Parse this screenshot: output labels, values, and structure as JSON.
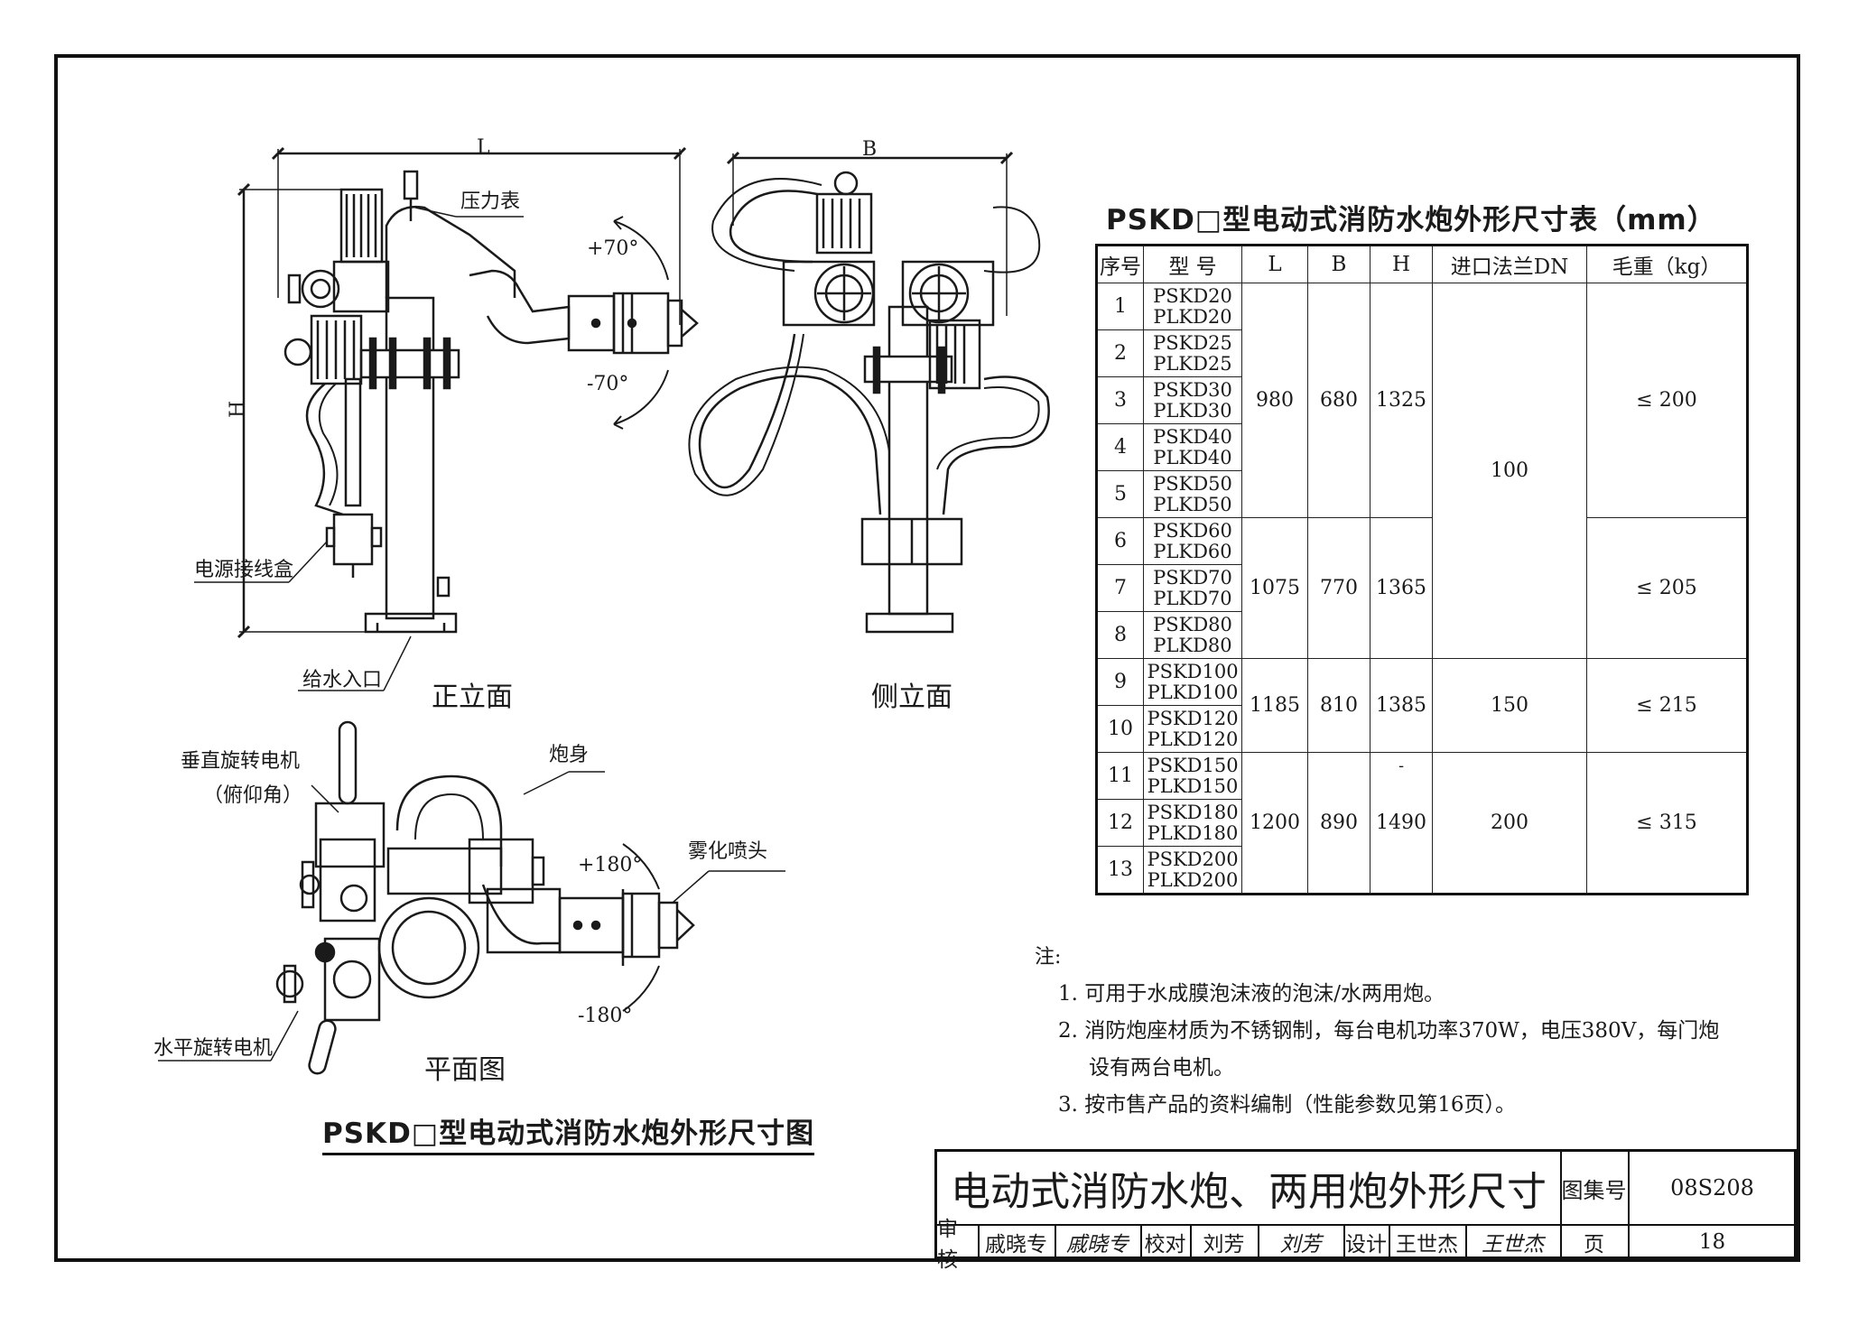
{
  "front_view": {
    "dim_L": "L",
    "dim_H": "H",
    "pressure_gauge_label": "压力表",
    "up_angle": "+70°",
    "down_angle": "-70°",
    "junction_box_label": "电源接线盒",
    "inlet_label": "给水入口",
    "view_caption": "正立面"
  },
  "side_view": {
    "dim_B": "B",
    "view_caption": "侧立面"
  },
  "plan_view": {
    "vertical_motor_label": "垂直旋转电机",
    "vertical_motor_sub": "（俯仰角）",
    "barrel_label": "炮身",
    "nozzle_label": "雾化喷头",
    "rot_pos": "+180°",
    "rot_neg": "-180°",
    "horizontal_motor_label": "水平旋转电机",
    "view_caption": "平面图"
  },
  "figure_caption": "PSKD□型电动式消防水炮外形尺寸图",
  "dim_table": {
    "title": "PSKD□型电动式消防水炮外形尺寸表（mm）",
    "headers": [
      "序号",
      "型  号",
      "L",
      "B",
      "H",
      "进口法兰DN",
      "毛重（kg）"
    ],
    "rows": [
      {
        "seq": "1",
        "m1": "PSKD20",
        "m2": "PLKD20"
      },
      {
        "seq": "2",
        "m1": "PSKD25",
        "m2": "PLKD25"
      },
      {
        "seq": "3",
        "m1": "PSKD30",
        "m2": "PLKD30"
      },
      {
        "seq": "4",
        "m1": "PSKD40",
        "m2": "PLKD40"
      },
      {
        "seq": "5",
        "m1": "PSKD50",
        "m2": "PLKD50"
      },
      {
        "seq": "6",
        "m1": "PSKD60",
        "m2": "PLKD60"
      },
      {
        "seq": "7",
        "m1": "PSKD70",
        "m2": "PLKD70"
      },
      {
        "seq": "8",
        "m1": "PSKD80",
        "m2": "PLKD80"
      },
      {
        "seq": "9",
        "m1": "PSKD100",
        "m2": "PLKD100"
      },
      {
        "seq": "10",
        "m1": "PSKD120",
        "m2": "PLKD120"
      },
      {
        "seq": "11",
        "m1": "PSKD150",
        "m2": "PLKD150"
      },
      {
        "seq": "12",
        "m1": "PSKD180",
        "m2": "PLKD180"
      },
      {
        "seq": "13",
        "m1": "PSKD200",
        "m2": "PLKD200"
      }
    ],
    "groups": [
      {
        "L": "980",
        "B": "680",
        "H": "1325"
      },
      {
        "L": "1075",
        "B": "770",
        "H": "1365"
      },
      {
        "L": "1185",
        "B": "810",
        "H": "1385"
      },
      {
        "L": "1200",
        "B": "890",
        "H": "1490",
        "H_mark": "-"
      }
    ],
    "dn": [
      "100",
      "150",
      "200"
    ],
    "weights": [
      "≤ 200",
      "≤ 205",
      "≤ 215",
      "≤ 315"
    ]
  },
  "notes": {
    "head": "注:",
    "items": [
      "1.  可用于水成膜泡沫液的泡沫/水两用炮。",
      "2.  消防炮座材质为不锈钢制，每台电机功率370W，电压380V，每门炮",
      "设有两台电机。",
      "3.  按市售产品的资料编制（性能参数见第16页）。"
    ]
  },
  "title_block": {
    "title": "电动式消防水炮、两用炮外形尺寸",
    "atlas_label": "图集号",
    "atlas_no": "08S208",
    "review_label": "审核",
    "reviewer": "戚晓专",
    "reviewer_sig": "戚晓专",
    "check_label": "校对",
    "checker": "刘芳",
    "checker_sig": "刘芳",
    "design_label": "设计",
    "designer": "王世杰",
    "designer_sig": "王世杰",
    "page_label": "页",
    "page_no": "18"
  }
}
